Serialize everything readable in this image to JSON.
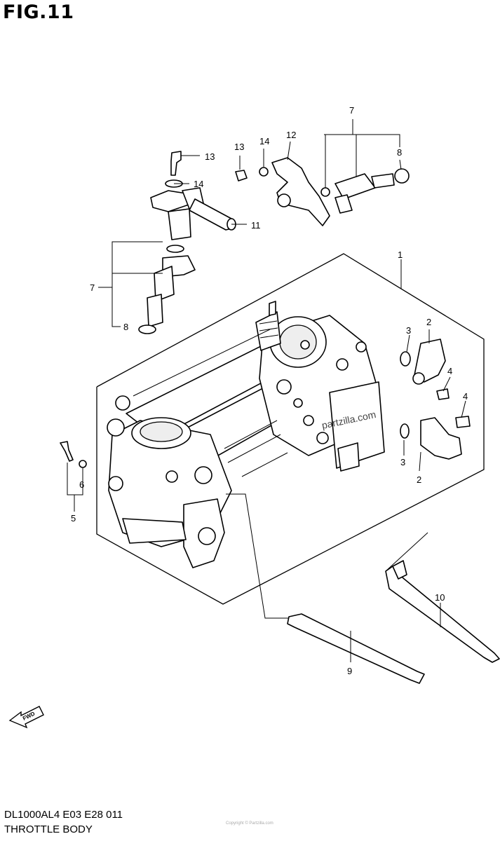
{
  "figure": {
    "title": "FIG.11",
    "code": "DL1000AL4  E03  E28  011",
    "name": "THROTTLE BODY",
    "watermark": "Copyright © Partzilla.com",
    "brand_text": "partzilla.com",
    "fwd_label": "FWD"
  },
  "callouts": {
    "c1": "1",
    "c2a": "2",
    "c2b": "2",
    "c3a": "3",
    "c3b": "3",
    "c4a": "4",
    "c4b": "4",
    "c5": "5",
    "c6": "6",
    "c7a": "7",
    "c7b": "7",
    "c8a": "8",
    "c8b": "8",
    "c9": "9",
    "c10": "10",
    "c11": "11",
    "c12": "12",
    "c13a": "13",
    "c13b": "13",
    "c14a": "14",
    "c14b": "14"
  }
}
